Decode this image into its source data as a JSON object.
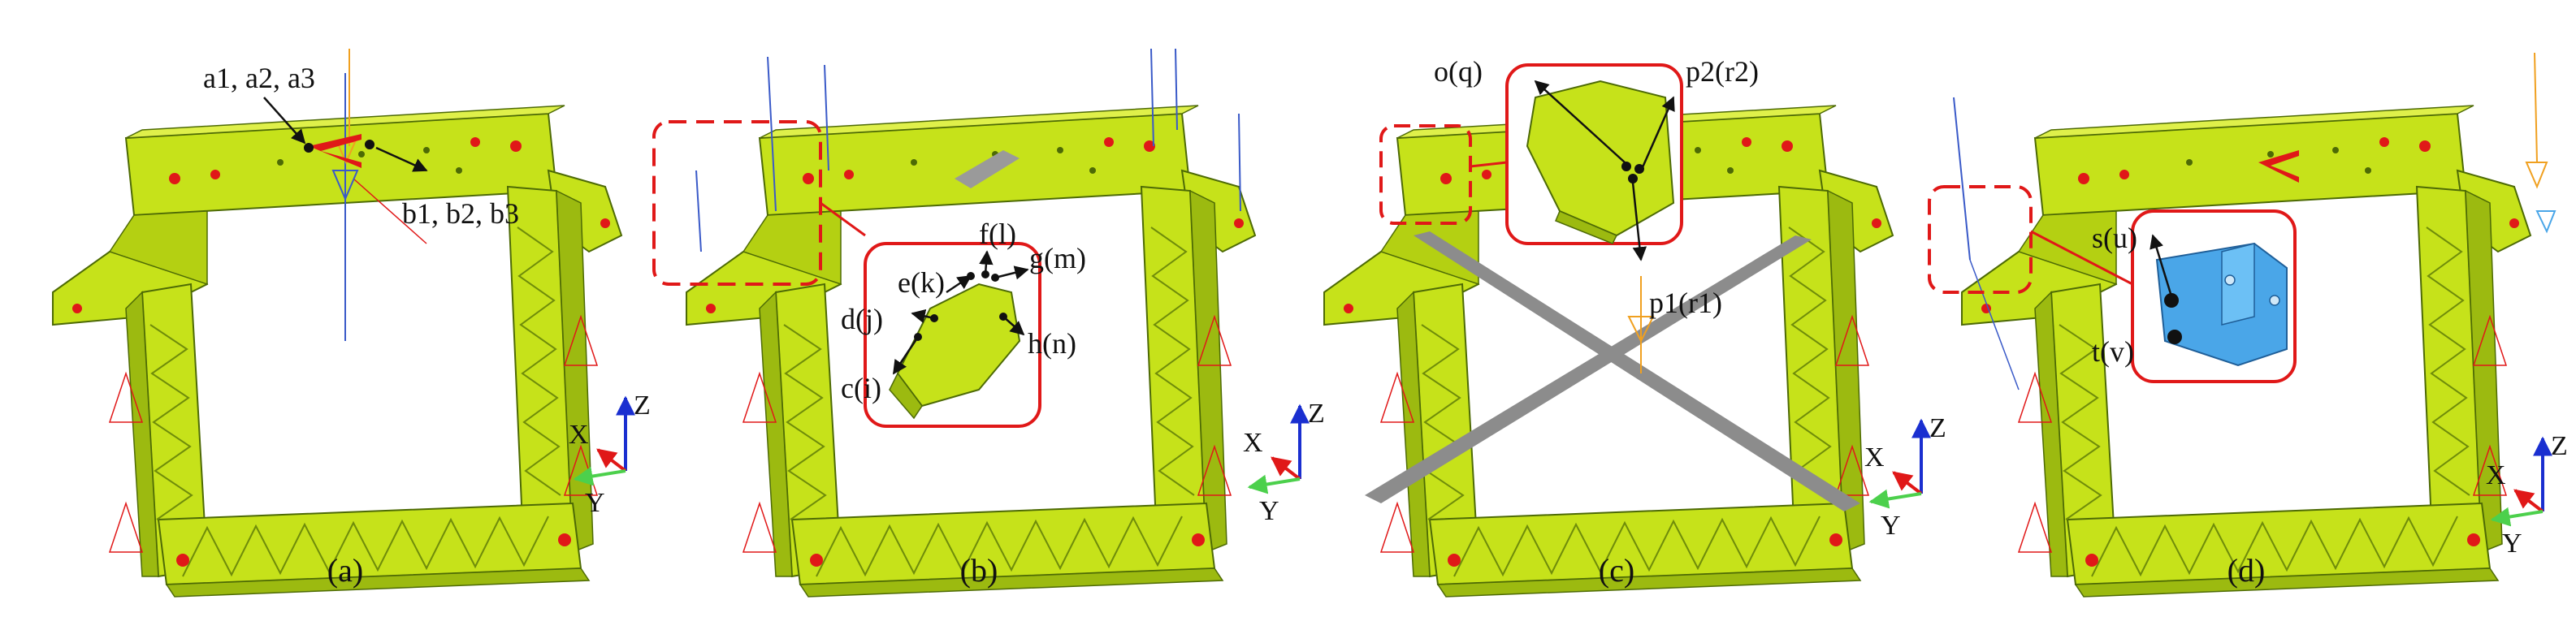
{
  "panels": [
    {
      "caption": "(a)",
      "labels": [
        "a1, a2, a3",
        "b1, b2, b3"
      ],
      "axes": {
        "x": "X",
        "y": "Y",
        "z": "Z"
      }
    },
    {
      "caption": "(b)",
      "labels": [
        "f(l)",
        "e(k)",
        "g(m)",
        "h(n)",
        "d(j)",
        "c(i)"
      ],
      "axes": {
        "x": "X",
        "y": "Y",
        "z": "Z"
      }
    },
    {
      "caption": "(c)",
      "labels": [
        "o(q)",
        "p2(r2)",
        "p1(r1)"
      ],
      "axes": {
        "x": "X",
        "y": "Y",
        "z": "Z"
      }
    },
    {
      "caption": "(d)",
      "labels": [
        "s(u)",
        "t(v)"
      ],
      "axes": {
        "x": "X",
        "y": "Y",
        "z": "Z"
      }
    }
  ],
  "colors": {
    "frame_fill": "#c6e21a",
    "frame_dark": "#7e9a0c",
    "frame_edge": "#4d6a05",
    "callout": "#e01818",
    "force_blue": "#3a5ac8",
    "force_orange": "#f0a020",
    "brace_gray": "#8c8c8c",
    "bracket_blue": "#4aa6e8",
    "axis_x": "#e01818",
    "axis_y": "#4cd04c",
    "axis_z": "#1a2fd0"
  }
}
